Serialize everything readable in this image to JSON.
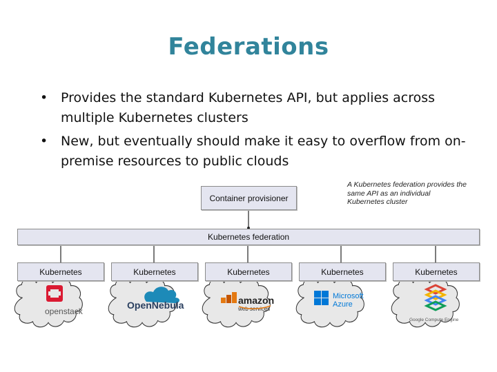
{
  "slide": {
    "title": "Federations",
    "bullets": [
      "Provides the standard Kubernetes API, but applies across multiple Kubernetes clusters",
      "New, but eventually should make it easy to overflow from on-premise resources to public clouds"
    ]
  },
  "diagram": {
    "provisioner_label": "Container provisioner",
    "note": "A Kubernetes federation provides the same API as an individual Kubernetes cluster",
    "federation_label": "Kubernetes federation",
    "clusters": [
      {
        "label": "Kubernetes",
        "logo": "openstack-logo",
        "logo_text": "openstack"
      },
      {
        "label": "Kubernetes",
        "logo": "opennebula-logo",
        "logo_text": "OpenNebula"
      },
      {
        "label": "Kubernetes",
        "logo": "amazon-web-services-logo",
        "logo_text": "amazon",
        "logo_subtext": "web services"
      },
      {
        "label": "Kubernetes",
        "logo": "microsoft-azure-logo",
        "logo_text": "Microsoft",
        "logo_subtext": "Azure"
      },
      {
        "label": "Kubernetes",
        "logo": "google-compute-engine-logo",
        "logo_text": "Google Compute Engine"
      }
    ],
    "colors": {
      "title": "#31849b",
      "box_fill": "#e4e5f0",
      "cloud_fill": "#e8e8e8",
      "openstack_red": "#da1a32",
      "opennebula_blue": "#1d8ab8",
      "aws_orange": "#e47911",
      "azure_blue": "#0078d7"
    }
  }
}
